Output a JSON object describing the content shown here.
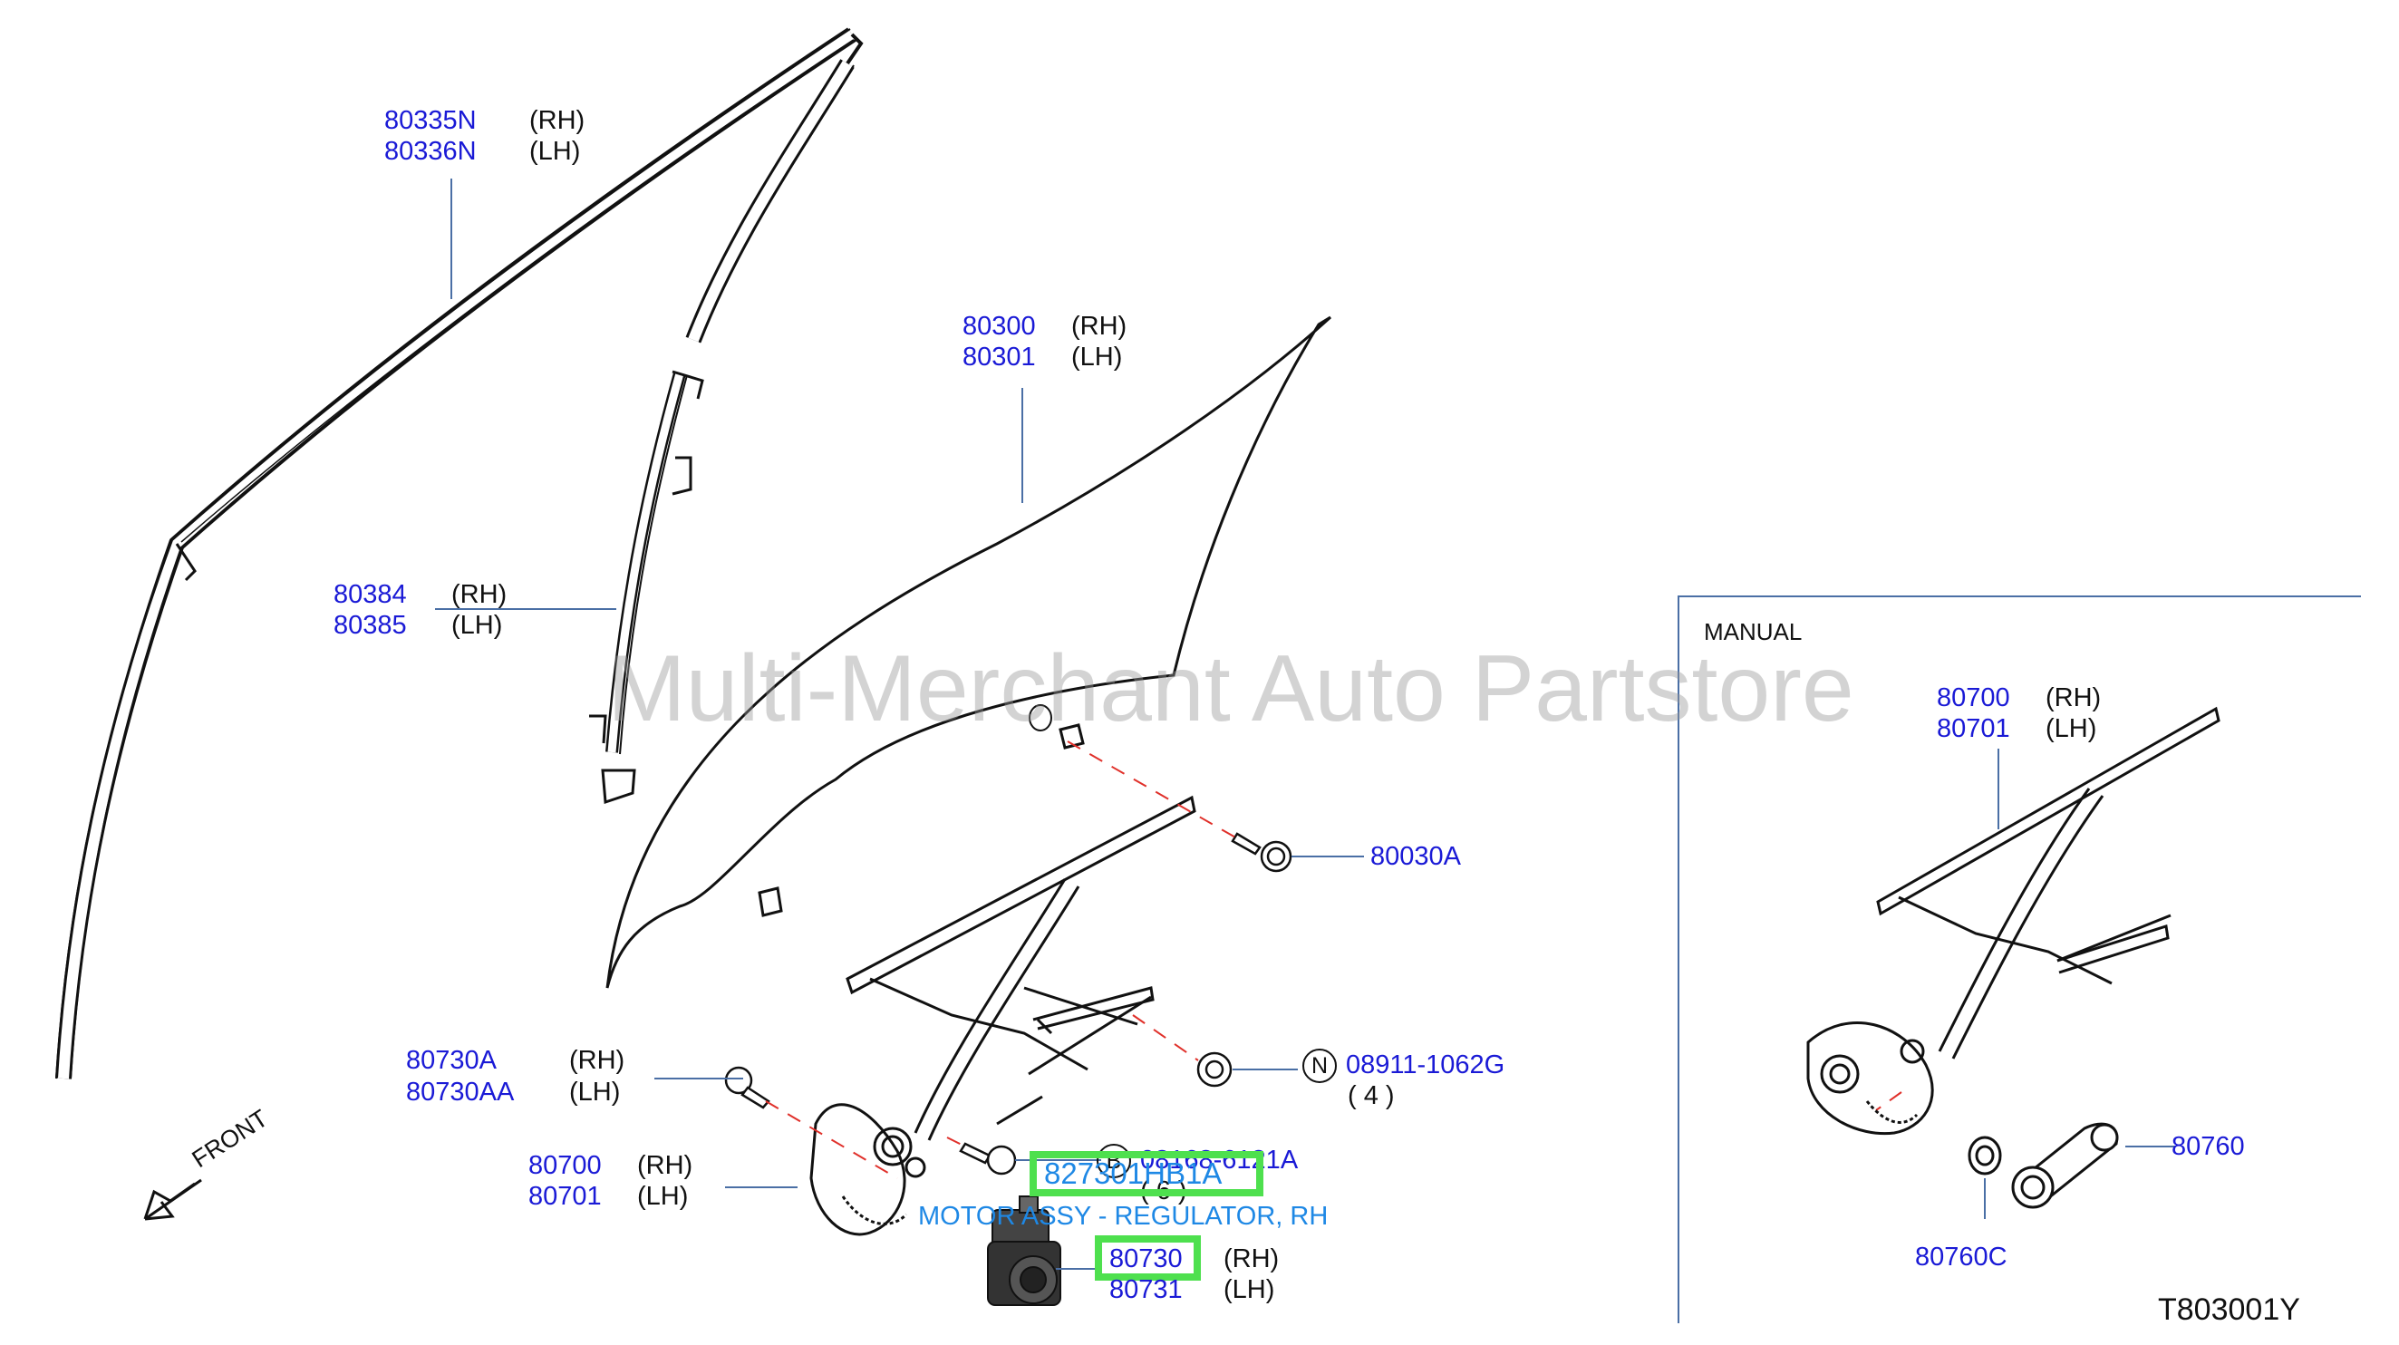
{
  "watermark": "Multi-Merchant Auto Partstore",
  "diagram_code": "T803001Y",
  "labels": {
    "moulding": {
      "rh": "80335N",
      "lh": "80336N",
      "rh_tag": "(RH)",
      "lh_tag": "(LH)"
    },
    "glass": {
      "rh": "80300",
      "lh": "80301",
      "rh_tag": "(RH)",
      "lh_tag": "(LH)"
    },
    "sash": {
      "rh": "80384",
      "lh": "80385",
      "rh_tag": "(RH)",
      "lh_tag": "(LH)"
    },
    "bolt_glass": {
      "pn": "80030A"
    },
    "nut": {
      "pn": "08911-1062G",
      "qty": "( 4 )",
      "symbol": "N"
    },
    "bolt_motor": {
      "pn": "08168-6121A",
      "qty": "( 6 )",
      "symbol": "B"
    },
    "stud": {
      "rh": "80730A",
      "lh": "80730AA",
      "rh_tag": "(RH)",
      "lh_tag": "(LH)"
    },
    "regulator_power": {
      "rh": "80700",
      "lh": "80701",
      "rh_tag": "(RH)",
      "lh_tag": "(LH)"
    },
    "motor": {
      "rh": "80730",
      "lh": "80731",
      "rh_tag": "(RH)",
      "lh_tag": "(LH)"
    },
    "highlight": {
      "part_number": "827301HB1A",
      "description": "MOTOR ASSY - REGULATOR, RH"
    },
    "front": "FRONT",
    "manual": {
      "title": "MANUAL",
      "regulator": {
        "rh": "80700",
        "lh": "80701",
        "rh_tag": "(RH)",
        "lh_tag": "(LH)"
      },
      "handle": "80760",
      "washer": "80760C"
    }
  },
  "colors": {
    "part_number": "#1a1ad6",
    "highlight_text": "#1e88e5",
    "highlight_box": "#4ee04e",
    "callout_line": "#4a6fa5",
    "dash_line": "#e0302a"
  }
}
